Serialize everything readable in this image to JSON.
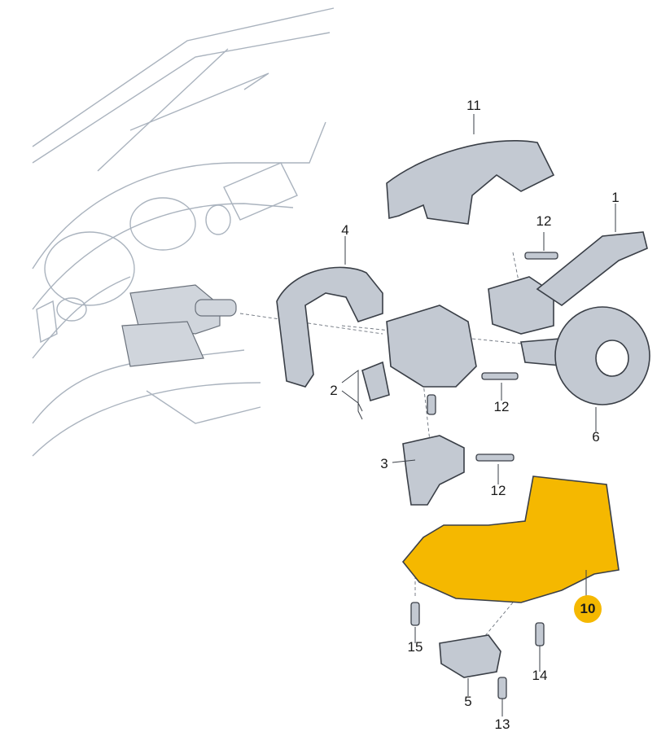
{
  "labels": {
    "p1": "1",
    "p2": "2",
    "p3": "3",
    "p4": "4",
    "p5": "5",
    "p6": "6",
    "p10": "10",
    "p11": "11",
    "p12a": "12",
    "p12b": "12",
    "p12c": "12",
    "p13": "13",
    "p14": "14",
    "p15": "15"
  },
  "colors": {
    "part_fill": "#c3c9d2",
    "part_stroke": "#3a3f47",
    "highlight": "#f5b800",
    "dashboard_line": "#aab3be"
  }
}
